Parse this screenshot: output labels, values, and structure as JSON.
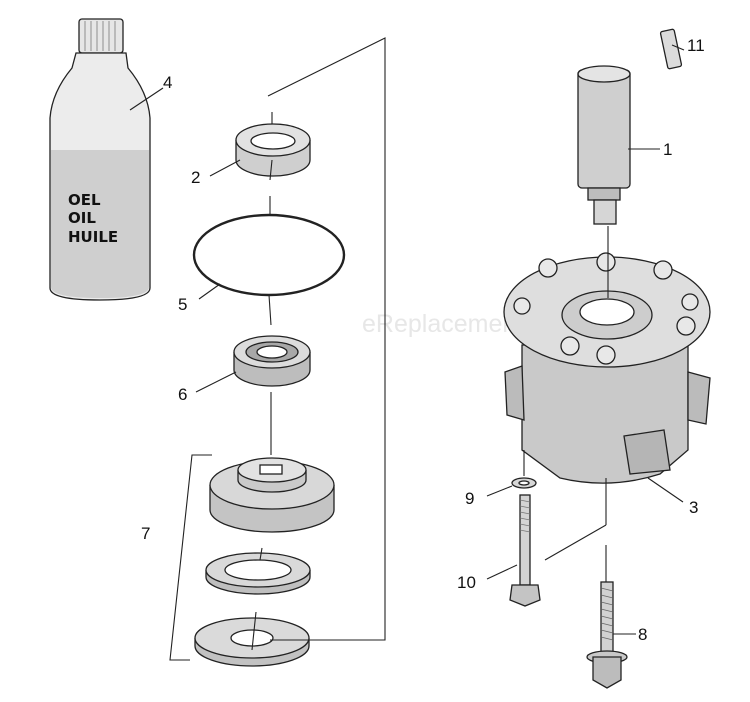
{
  "bottle": {
    "label_lines": [
      "OEL",
      "OIL",
      "HUILE"
    ]
  },
  "watermark": "eReplacementParts.com",
  "callouts": {
    "c1": "1",
    "c2": "2",
    "c3": "3",
    "c4": "4",
    "c5": "5",
    "c6": "6",
    "c7": "7",
    "c8": "8",
    "c9": "9",
    "c10": "10",
    "c11": "11"
  },
  "colors": {
    "part_fill": "#d6d6d6",
    "part_dark": "#a9a9a9",
    "outline": "#222222",
    "watermark": "#e7e7e7"
  }
}
